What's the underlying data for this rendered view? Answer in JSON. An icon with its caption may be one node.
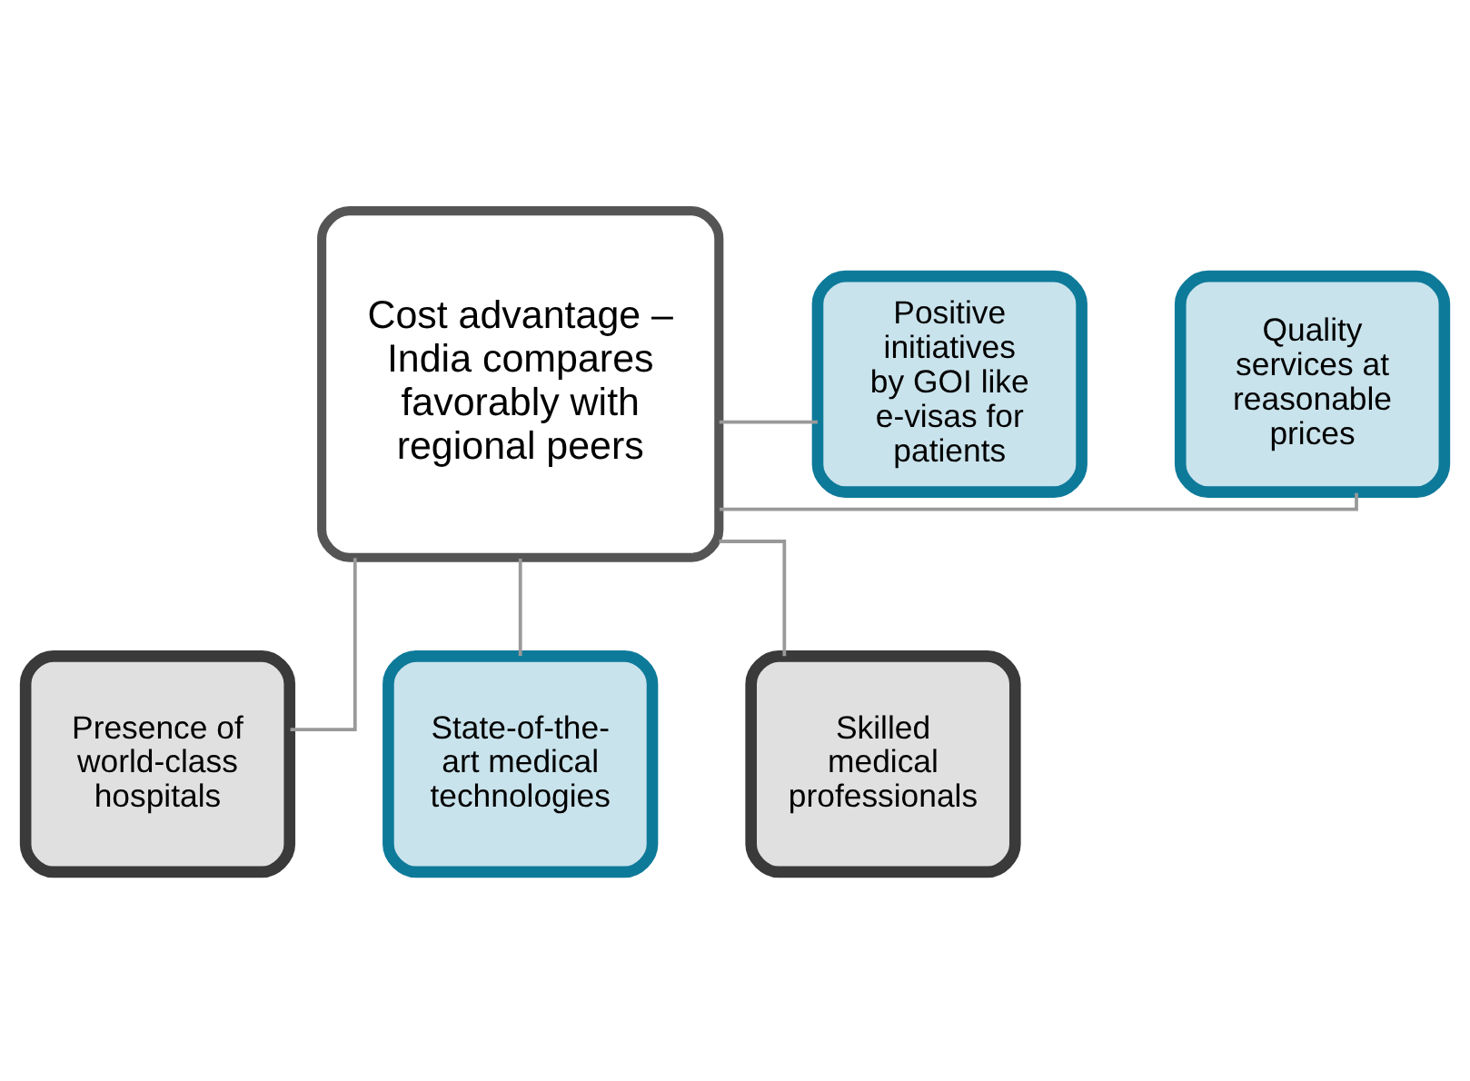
{
  "diagram": {
    "nodes": [
      {
        "text": [
          "Cost advantage – India compares favorably with regional peers"
        ]
      },
      {
        "text": [
          "Quality services at reasonable prices"
        ]
      },
      {
        "text": [
          "Positive initiatives by GOI like e-visas for patients"
        ]
      },
      {
        "text": [
          "Presence of world-class hospitals"
        ]
      },
      {
        "text": [
          "State-of-the-art medical technologies"
        ]
      },
      {
        "text": [
          "Skilled medical professionals"
        ]
      }
    ],
    "edges": [
      {
        "from": 0,
        "to": 1,
        "arrow": "none"
      },
      {
        "from": 0,
        "to": 2,
        "arrow": "none"
      },
      {
        "from": 0,
        "to": 3,
        "arrow": "none"
      },
      {
        "from": 0,
        "to": 4,
        "arrow": "none"
      },
      {
        "from": 0,
        "to": 5,
        "arrow": "none"
      }
    ]
  }
}
